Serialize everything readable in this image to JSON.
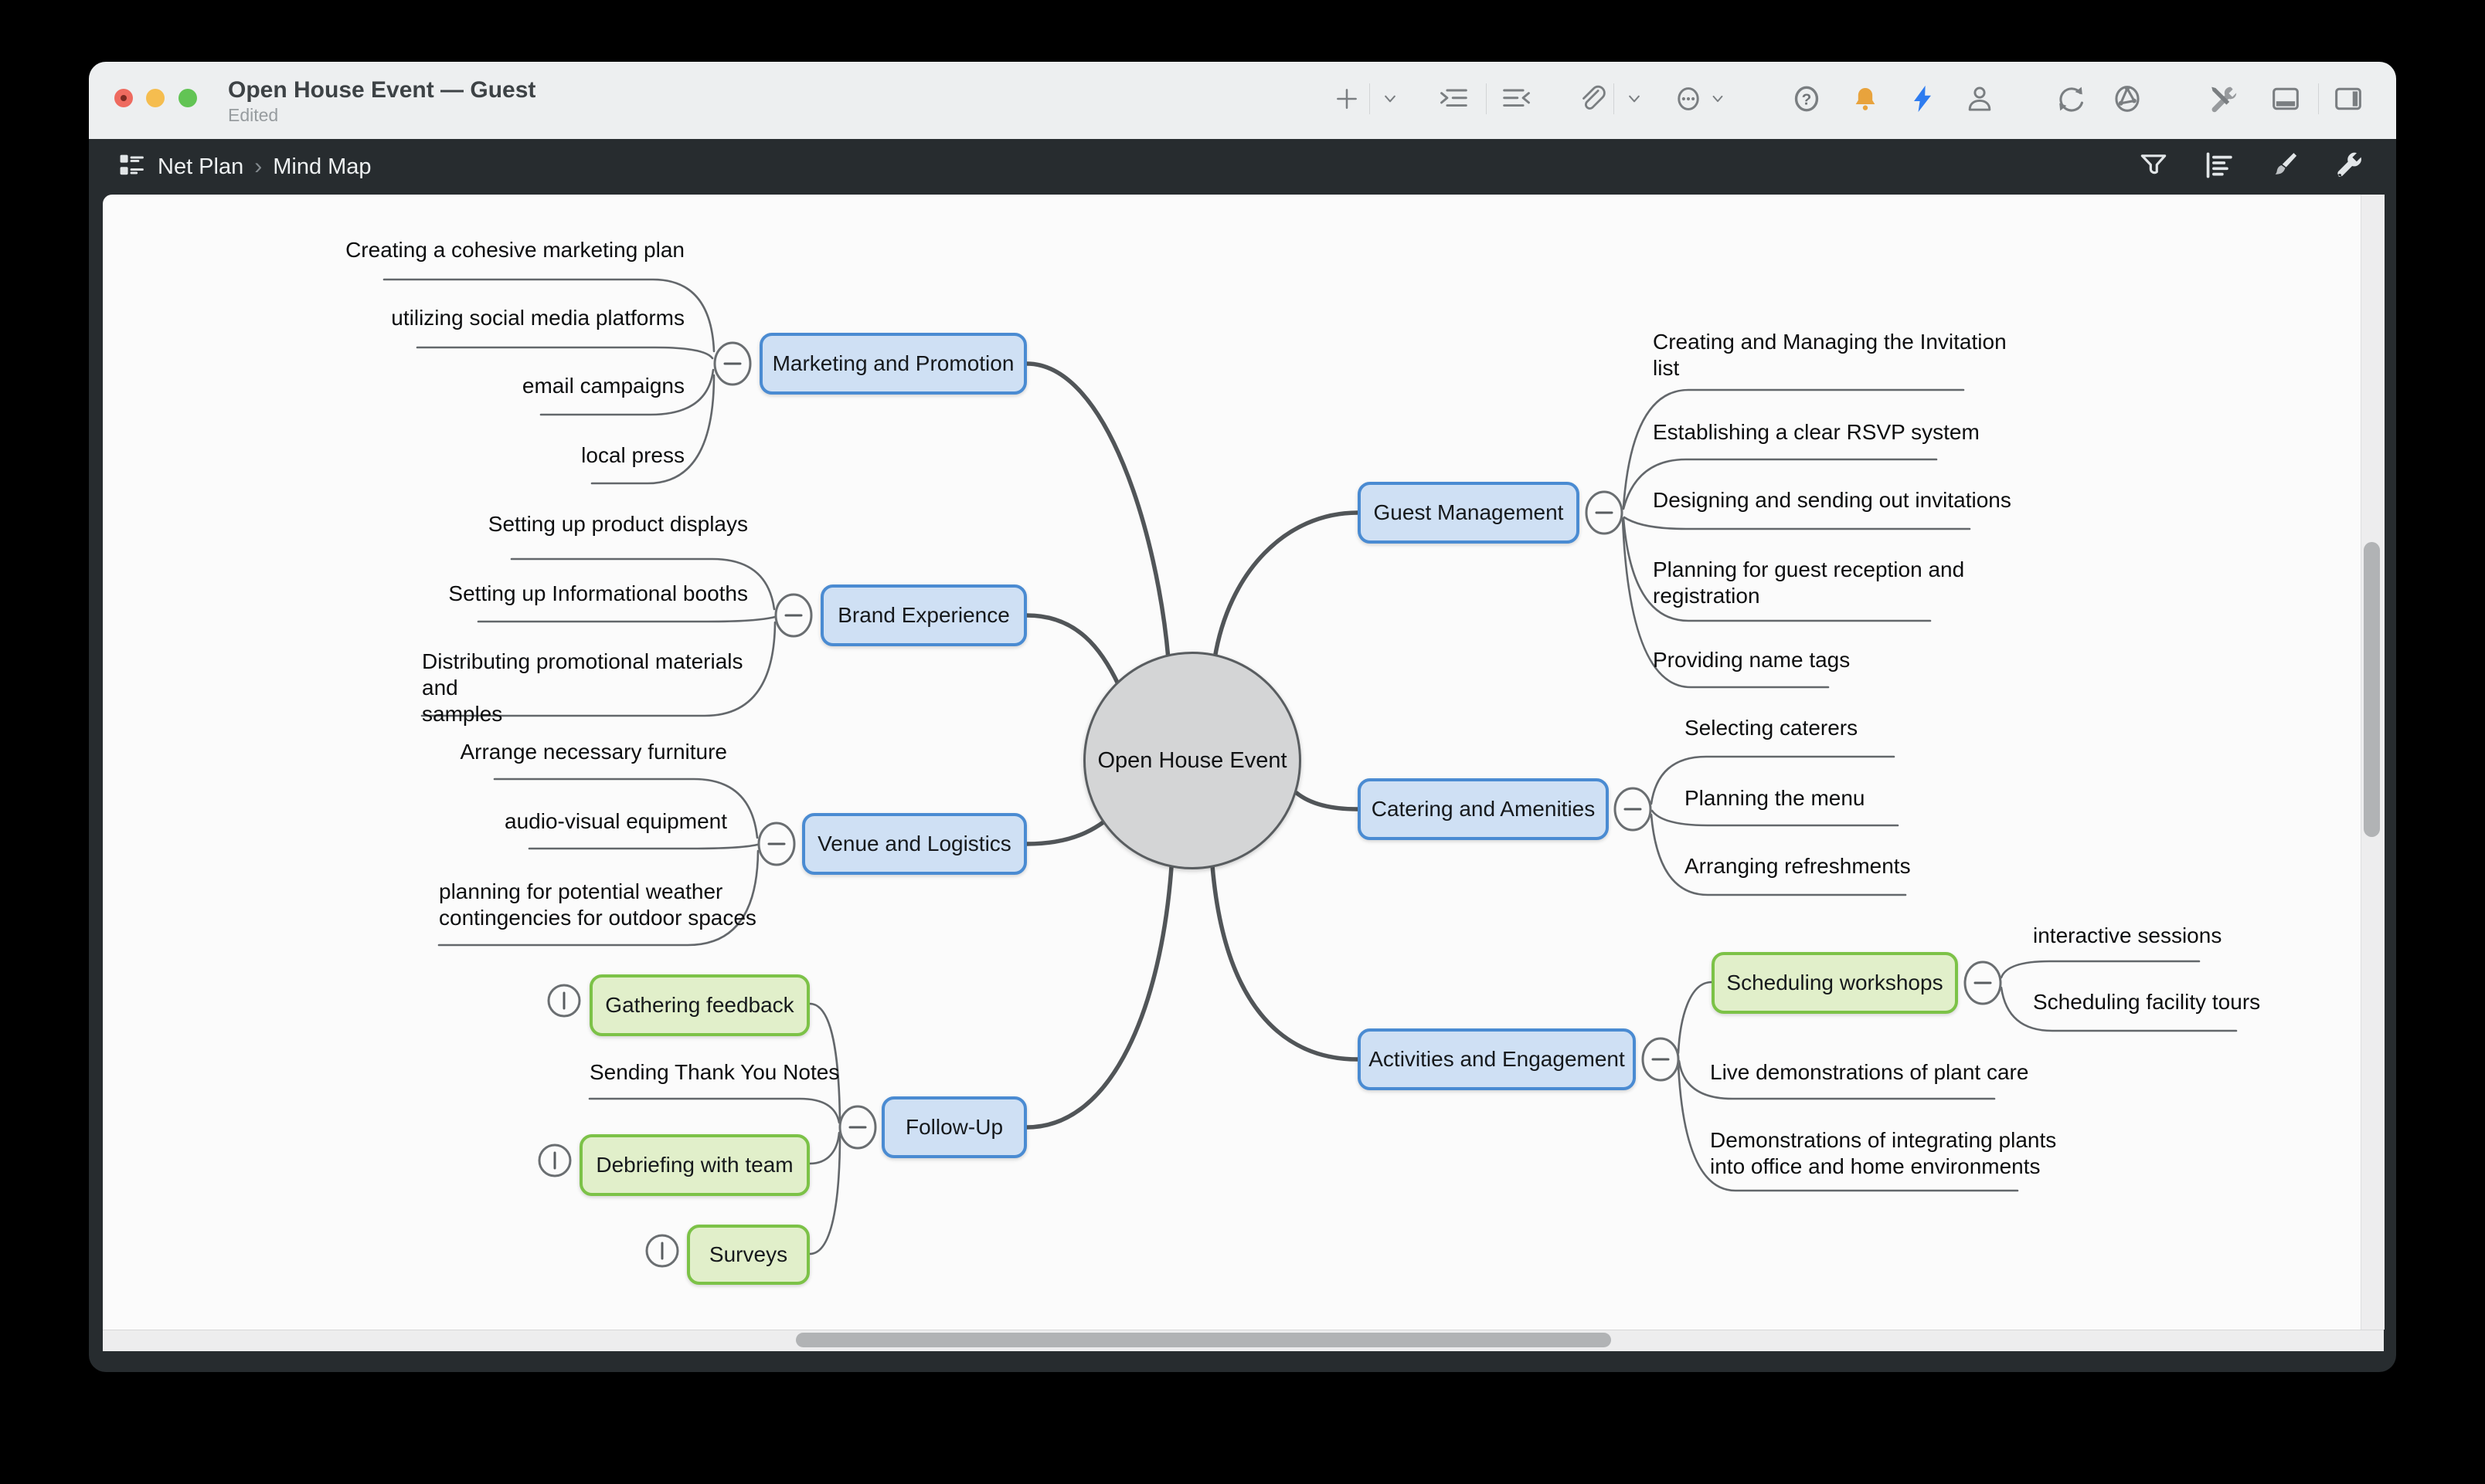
{
  "window": {
    "title": "Open House Event — Guest",
    "status": "Edited"
  },
  "titlebar": {
    "icons": [
      "add",
      "add-menu-chevron",
      "indent-topic",
      "outdent-topic",
      "attachment",
      "attachment-menu-chevron",
      "more-circle",
      "more-menu-chevron",
      "help",
      "notifications-bell",
      "quick-entry-bolt",
      "account-person",
      "sync-arrows",
      "share-network",
      "tools",
      "toggle-bottom-panel",
      "toggle-right-panel"
    ]
  },
  "breadcrumb": {
    "items": [
      "Net Plan",
      "Mind Map"
    ],
    "separator": "›",
    "left_icon": "document-outline-icon",
    "right_icons": [
      "filter-funnel",
      "outline-list",
      "style-brush",
      "settings-wrench"
    ]
  },
  "map": {
    "root": "Open House Event",
    "marketing": {
      "label": "Marketing and Promotion",
      "c1": "Creating a cohesive marketing plan",
      "c2": "utilizing social media platforms",
      "c3": "email campaigns",
      "c4": "local press"
    },
    "brand": {
      "label": "Brand Experience",
      "c1": "Setting up product displays",
      "c2": "Setting up Informational booths",
      "c3": "Distributing promotional materials and\nsamples"
    },
    "venue": {
      "label": "Venue and Logistics",
      "c1": "Arrange necessary furniture",
      "c2": "audio-visual equipment",
      "c3": "planning for potential weather\ncontingencies for outdoor spaces"
    },
    "followup": {
      "label": "Follow-Up",
      "c1": "Gathering feedback",
      "c2": "Sending Thank You Notes",
      "c3": "Debriefing with team",
      "c4": "Surveys"
    },
    "guest": {
      "label": "Guest Management",
      "c1": "Creating and Managing the Invitation\nlist",
      "c2": "Establishing a clear RSVP system",
      "c3": "Designing and sending out invitations",
      "c4": "Planning for guest reception and\nregistration",
      "c5": "Providing name tags"
    },
    "catering": {
      "label": "Catering and Amenities",
      "c1": "Selecting caterers",
      "c2": "Planning the menu",
      "c3": "Arranging refreshments"
    },
    "activities": {
      "label": "Activities and Engagement",
      "c2": "Live demonstrations of plant care",
      "c3": "Demonstrations of integrating plants\ninto office and home environments"
    },
    "workshops": {
      "label": "Scheduling workshops",
      "c1": "interactive sessions",
      "c2": "Scheduling facility tours"
    }
  },
  "colors": {
    "topic_fill": "#cfe0f4",
    "topic_border": "#4a8bd2",
    "task_fill": "#e1efca",
    "task_border": "#7cc247",
    "root_fill": "#d4d5d6",
    "trunk_line": "#515558",
    "branch_line": "#63676b",
    "bell": "#e8a33d",
    "bolt": "#2e7cf0",
    "chrome_dark": "#272c2f",
    "titlebar": "#edeff0"
  }
}
